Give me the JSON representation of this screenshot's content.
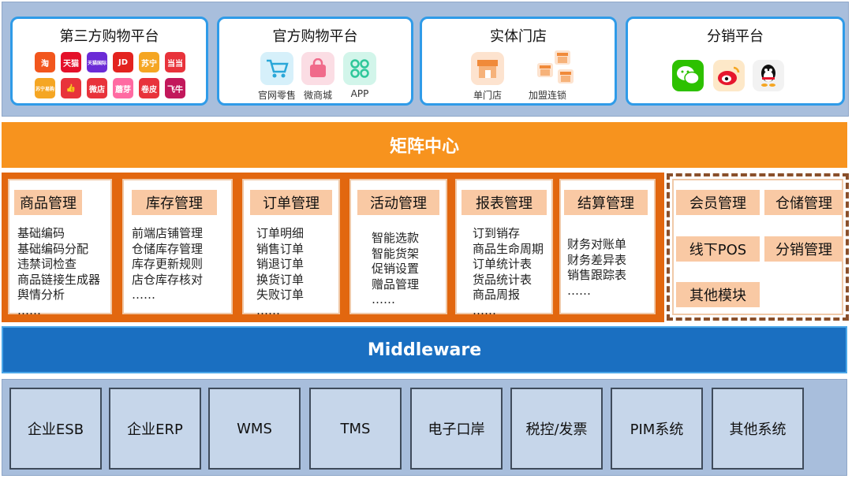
{
  "platforms": {
    "third_party": {
      "title": "第三方购物平台",
      "apps": [
        {
          "label": "淘",
          "color": "#f2561d"
        },
        {
          "label": "天猫",
          "color": "#e4102a"
        },
        {
          "label": "天猫国际",
          "color": "#6b2bd6"
        },
        {
          "label": "JD",
          "color": "#e3231f"
        },
        {
          "label": "苏宁",
          "color": "#f5a623"
        },
        {
          "label": "当当",
          "color": "#e8333b"
        },
        {
          "label": "苏宁易购",
          "color": "#f5a623"
        },
        {
          "label": "👍",
          "color": "#e8333b"
        },
        {
          "label": "微店",
          "color": "#e8333b"
        },
        {
          "label": "蘑芽",
          "color": "#ff6aa2"
        },
        {
          "label": "卷皮",
          "color": "#e8333b"
        },
        {
          "label": "飞牛",
          "color": "#c2185b"
        }
      ]
    },
    "official": {
      "title": "官方购物平台",
      "items": [
        {
          "label": "官网零售",
          "icon": "shopping-cart-icon",
          "color": "#5bc0de"
        },
        {
          "label": "微商城",
          "icon": "shopping-bag-icon",
          "color": "#f0a0b0"
        },
        {
          "label": "APP",
          "icon": "app-grid-icon",
          "color": "#66d9b8"
        }
      ]
    },
    "physical": {
      "title": "实体门店",
      "items": [
        {
          "label": "单门店",
          "icon": "store-icon"
        },
        {
          "label": "加盟连锁",
          "icon": "store-chain-icon"
        }
      ]
    },
    "distribution": {
      "title": "分销平台",
      "items": [
        {
          "icon": "wechat-icon",
          "color": "#2dc100"
        },
        {
          "icon": "weibo-icon",
          "color": "#e6162d"
        },
        {
          "icon": "qq-icon",
          "color": "#111111"
        }
      ]
    }
  },
  "matrix": {
    "title": "矩阵中心"
  },
  "modules": [
    {
      "title": "商品管理",
      "items": [
        "基础编码",
        "基础编码分配",
        "违禁词检查",
        "商品链接生成器",
        "舆情分析",
        "……"
      ]
    },
    {
      "title": "库存管理",
      "items": [
        "前端店铺管理",
        "仓储库存管理",
        "库存更新规则",
        "店仓库存核对",
        "……"
      ]
    },
    {
      "title": "订单管理",
      "items": [
        "订单明细",
        "销售订单",
        "销退订单",
        "换货订单",
        "失败订单",
        "……"
      ]
    },
    {
      "title": "活动管理",
      "items": [
        "智能选款",
        "智能货架",
        "促销设置",
        "赠品管理",
        "……"
      ]
    },
    {
      "title": "报表管理",
      "items": [
        "订到销存",
        "商品生命周期",
        "订单统计表",
        "货品统计表",
        "商品周报",
        "……"
      ]
    },
    {
      "title": "结算管理",
      "items": [
        "财务对账单",
        "财务差异表",
        "销售跟踪表",
        "……"
      ]
    }
  ],
  "other_modules": [
    "会员管理",
    "仓储管理",
    "线下POS",
    "分销管理",
    "其他模块"
  ],
  "middleware": {
    "title": "Middleware"
  },
  "systems": [
    "企业ESB",
    "企业ERP",
    "WMS",
    "TMS",
    "电子口岸",
    "税控/发票",
    "PIM系统",
    "其他系统"
  ]
}
